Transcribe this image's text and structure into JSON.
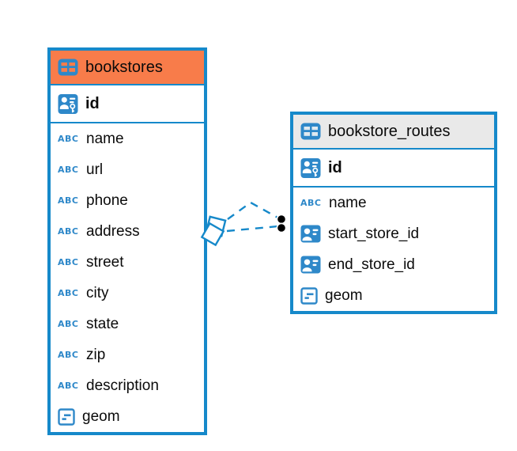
{
  "canvas": {
    "background": "#ffffff"
  },
  "colors": {
    "table_border": "#1689ca",
    "icon_blue": "#2e88c9",
    "bookstores_header_bg": "#f87c4a",
    "bookstore_routes_header_bg": "#e9e9e9",
    "relationship_line": "#1689ca",
    "anchor_dot": "#000000",
    "text": "#0b0b0b"
  },
  "icons": {
    "text_glyph": "ABC"
  },
  "tables": [
    {
      "name": "bookstores",
      "header_icon": "table-icon",
      "primary_key": {
        "name": "id",
        "icon": "person-key-icon"
      },
      "columns": [
        {
          "name": "name",
          "icon": "text-icon"
        },
        {
          "name": "url",
          "icon": "text-icon"
        },
        {
          "name": "phone",
          "icon": "text-icon"
        },
        {
          "name": "address",
          "icon": "text-icon"
        },
        {
          "name": "street",
          "icon": "text-icon"
        },
        {
          "name": "city",
          "icon": "text-icon"
        },
        {
          "name": "state",
          "icon": "text-icon"
        },
        {
          "name": "zip",
          "icon": "text-icon"
        },
        {
          "name": "description",
          "icon": "text-icon"
        },
        {
          "name": "geom",
          "icon": "geometry-icon"
        }
      ]
    },
    {
      "name": "bookstore_routes",
      "header_icon": "table-icon",
      "primary_key": {
        "name": "id",
        "icon": "person-key-icon"
      },
      "columns": [
        {
          "name": "name",
          "icon": "text-icon"
        },
        {
          "name": "start_store_id",
          "icon": "person-ref-icon"
        },
        {
          "name": "end_store_id",
          "icon": "person-ref-icon"
        },
        {
          "name": "geom",
          "icon": "geometry-icon"
        }
      ]
    }
  ],
  "relationship": {
    "style": "dashed",
    "endpoints": [
      "bookstores",
      "bookstore_routes"
    ],
    "link_count": 2
  }
}
